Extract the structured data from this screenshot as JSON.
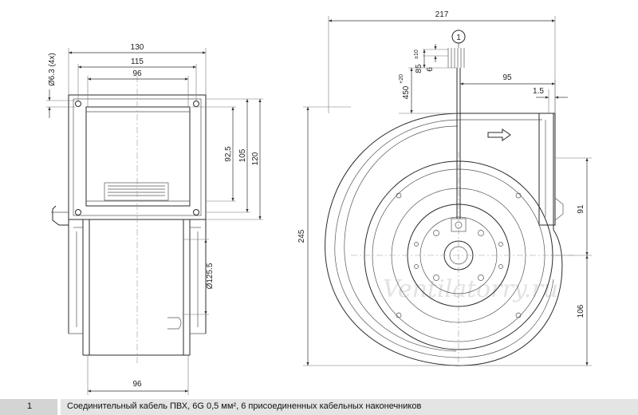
{
  "watermark": "Ventilatorry.ru",
  "callout": {
    "number": "1"
  },
  "side_view": {
    "dims": {
      "w130": "130",
      "w115": "115",
      "w96_top": "96",
      "w96_bottom": "96",
      "hole": "Ø6.3 (4x)",
      "h92_5": "92,5",
      "h105": "105",
      "h120": "120",
      "dia125_5": "Ø125.5"
    }
  },
  "front_view": {
    "dims": {
      "w217": "217",
      "h245": "245",
      "d95": "95",
      "d1_5": "1.5",
      "d91": "91",
      "d106": "106",
      "d6": "6",
      "d85": "85",
      "d85_tol": "±10",
      "d450": "450",
      "d450_tol": "+20"
    }
  },
  "legend": {
    "number": "1",
    "text": "Соединительный кабель ПВХ, 6G 0,5 мм², 6 присоединенных кабельных наконечников"
  }
}
